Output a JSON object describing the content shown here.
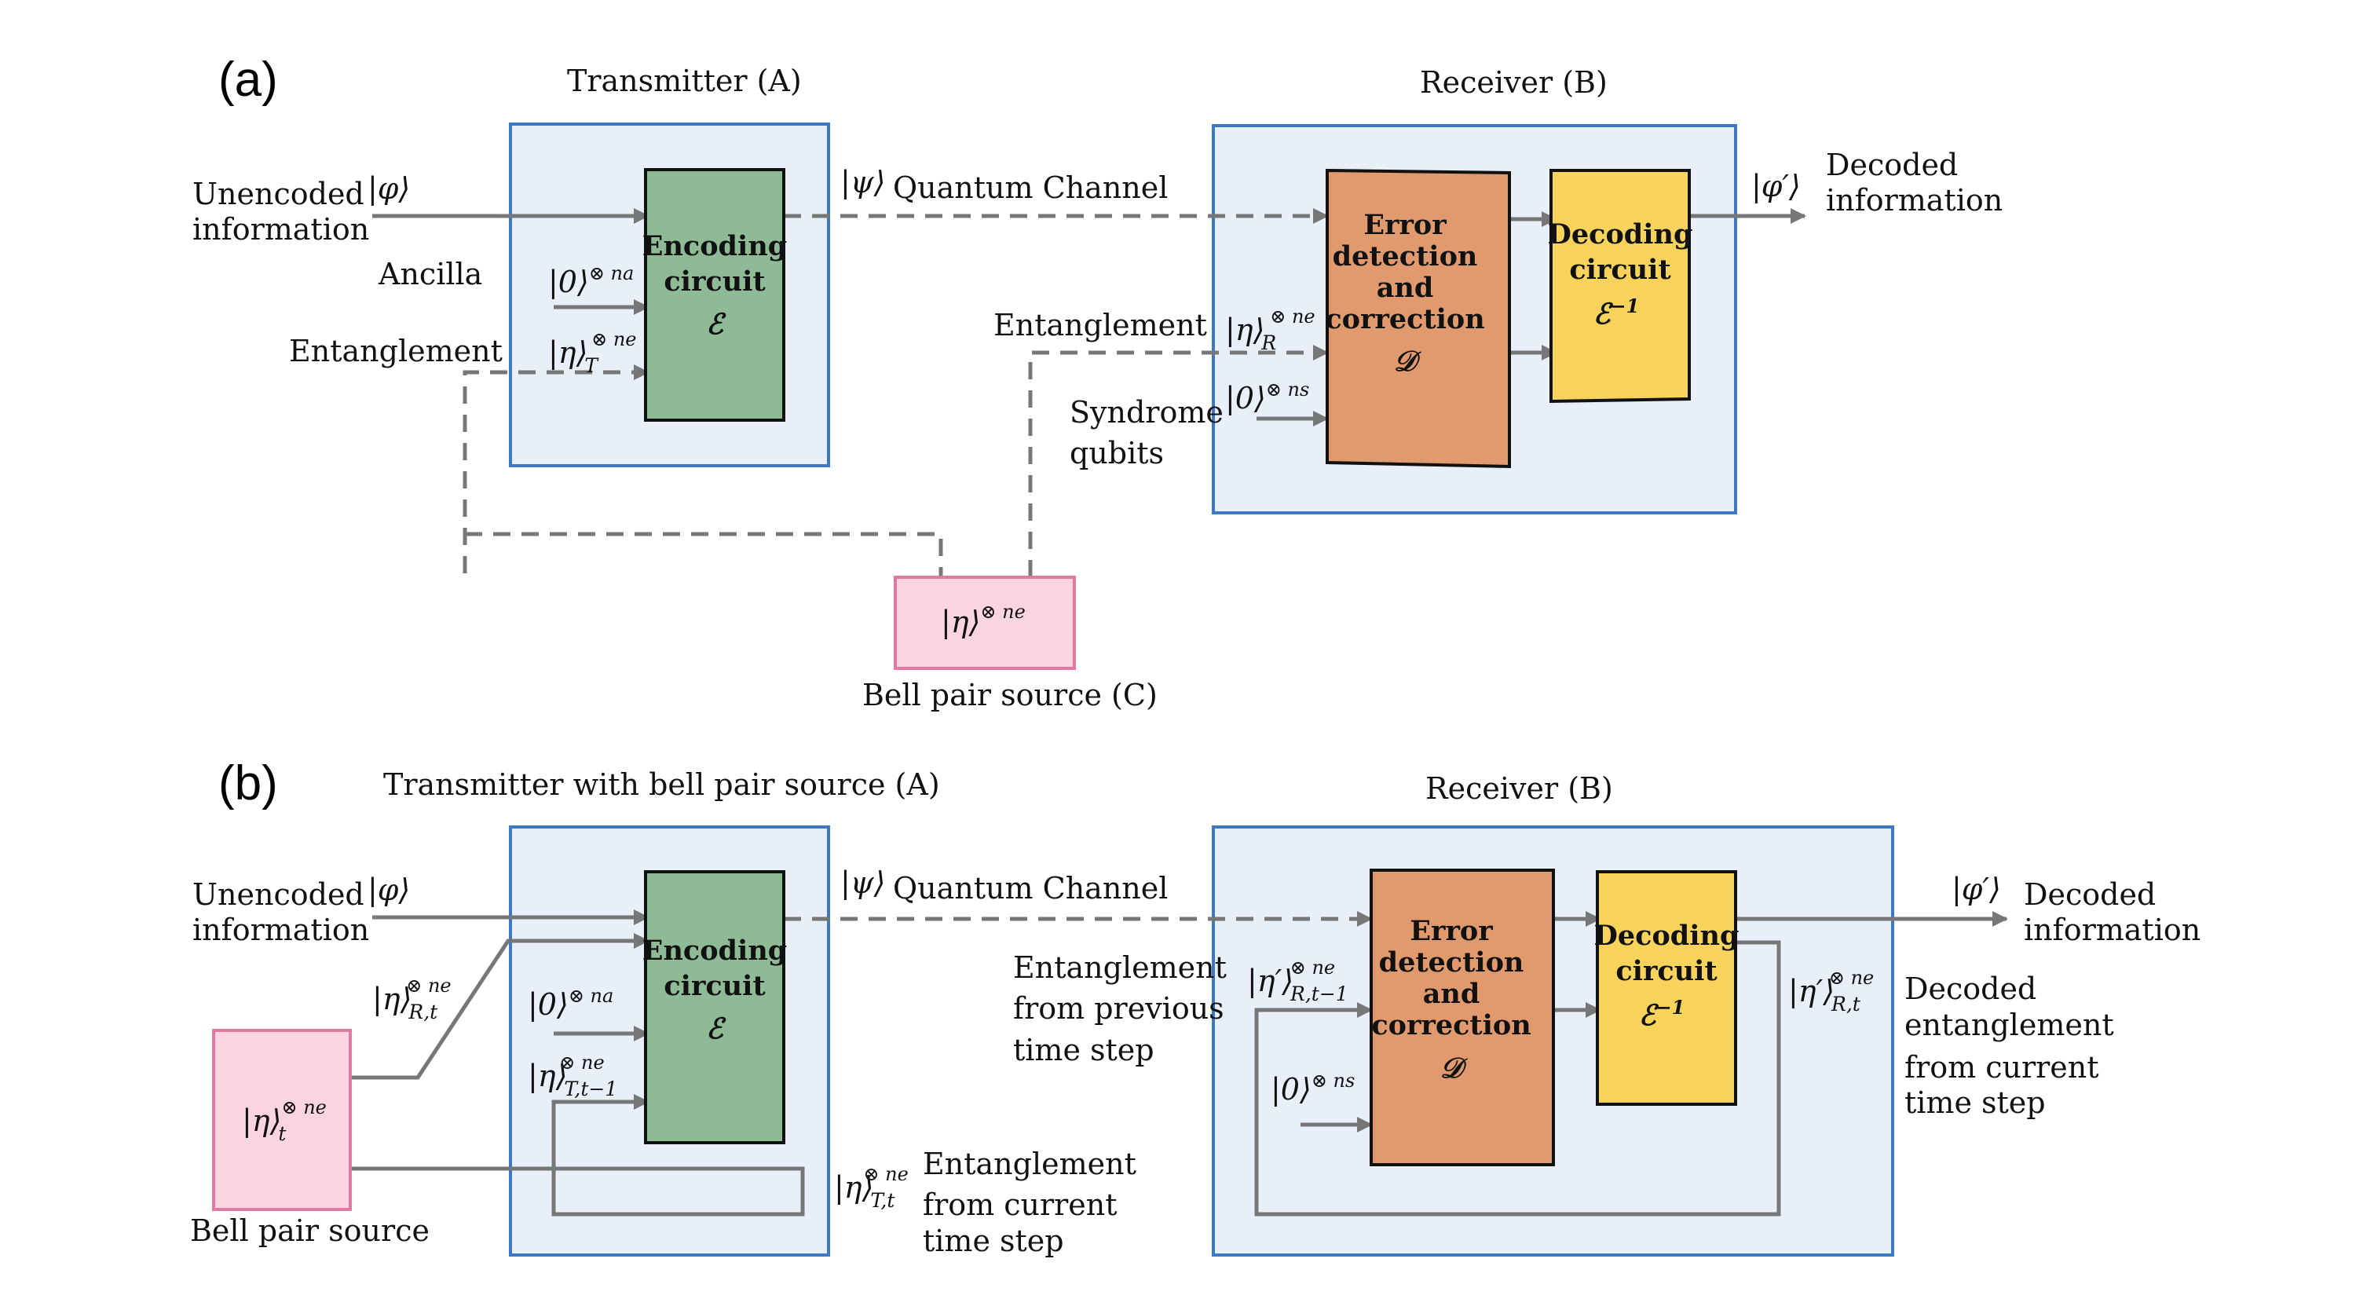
{
  "colors": {
    "region_fill": "#e8eff9",
    "region_stroke": "#3c78c4",
    "encoder": "#8fba96",
    "corrector": "#e09a6e",
    "decoder": "#f8d35c",
    "bell_source_fill": "#fbd4e2",
    "bell_source_stroke": "#e07aa3",
    "wire": "#777777"
  },
  "panel_a": {
    "panel_label": "(a)",
    "transmitter_title": "Transmitter (A)",
    "receiver_title": "Receiver (B)",
    "input_label": [
      "Unencoded",
      "information"
    ],
    "input_state": "|φ⟩",
    "ancilla_label": "Ancilla",
    "ancilla_state": "|0⟩",
    "ancilla_power": "⊗ na",
    "entanglement_tx_label": "Entanglement",
    "entanglement_tx_state": "|η⟩",
    "entanglement_tx_sub": "T",
    "entanglement_tx_power": "⊗ ne",
    "encoder": {
      "lines": [
        "Encoding",
        "circuit"
      ],
      "symbol": "ℰ"
    },
    "channel_state": "|ψ⟩",
    "channel_label": "Quantum Channel",
    "entanglement_rx_label": "Entanglement",
    "entanglement_rx_state": "|η⟩",
    "entanglement_rx_sub": "R",
    "entanglement_rx_power": "⊗ ne",
    "syndrome_label": [
      "Syndrome",
      "qubits"
    ],
    "syndrome_state": "|0⟩",
    "syndrome_power": "⊗ ns",
    "corrector": {
      "lines": [
        "Error",
        "detection",
        "and",
        "correction"
      ],
      "symbol": "𝒟"
    },
    "decoder": {
      "lines": [
        "Decoding",
        "circuit"
      ],
      "symbol": "ℰ",
      "symbol_power": "−1"
    },
    "output_state": "|φ′⟩",
    "output_label": [
      "Decoded",
      "information"
    ],
    "bell_state": "|η⟩",
    "bell_power": "⊗ ne",
    "bell_label": "Bell pair source (C)"
  },
  "panel_b": {
    "panel_label": "(b)",
    "transmitter_title": "Transmitter with bell pair source (A)",
    "receiver_title": "Receiver (B)",
    "input_label": [
      "Unencoded",
      "information"
    ],
    "input_state": "|φ⟩",
    "bell_to_rx_state": "|η⟩",
    "bell_to_rx_sub": "R,t",
    "bell_to_rx_power": "⊗ ne",
    "ancilla_state": "|0⟩",
    "ancilla_power": "⊗ na",
    "prev_tx_state": "|η⟩",
    "prev_tx_sub": "T,t−1",
    "prev_tx_power": "⊗ ne",
    "encoder": {
      "lines": [
        "Encoding",
        "circuit"
      ],
      "symbol": "ℰ"
    },
    "bell_state": "|η⟩",
    "bell_sub": "t",
    "bell_power": "⊗ ne",
    "bell_label": "Bell pair source",
    "current_tx_state": "|η⟩",
    "current_tx_sub": "T,t",
    "current_tx_power": "⊗ ne",
    "current_tx_label": [
      "Entanglement",
      "from current",
      "time step"
    ],
    "channel_state": "|ψ⟩",
    "channel_label": "Quantum Channel",
    "prev_rx_label": [
      "Entanglement",
      "from previous",
      "time step"
    ],
    "prev_rx_state": "|η′⟩",
    "prev_rx_sub": "R,t−1",
    "prev_rx_power": "⊗ ne",
    "syndrome_state": "|0⟩",
    "syndrome_power": "⊗ ns",
    "corrector": {
      "lines": [
        "Error",
        "detection",
        "and",
        "correction"
      ],
      "symbol": "𝒟"
    },
    "decoder": {
      "lines": [
        "Decoding",
        "circuit"
      ],
      "symbol": "ℰ",
      "symbol_power": "−1"
    },
    "output_state": "|φ′⟩",
    "output_label": [
      "Decoded",
      "information"
    ],
    "current_rx_state": "|η′⟩",
    "current_rx_sub": "R,t",
    "current_rx_power": "⊗ ne",
    "current_rx_label": [
      "Decoded",
      "entanglement",
      "from current",
      "time step"
    ]
  }
}
